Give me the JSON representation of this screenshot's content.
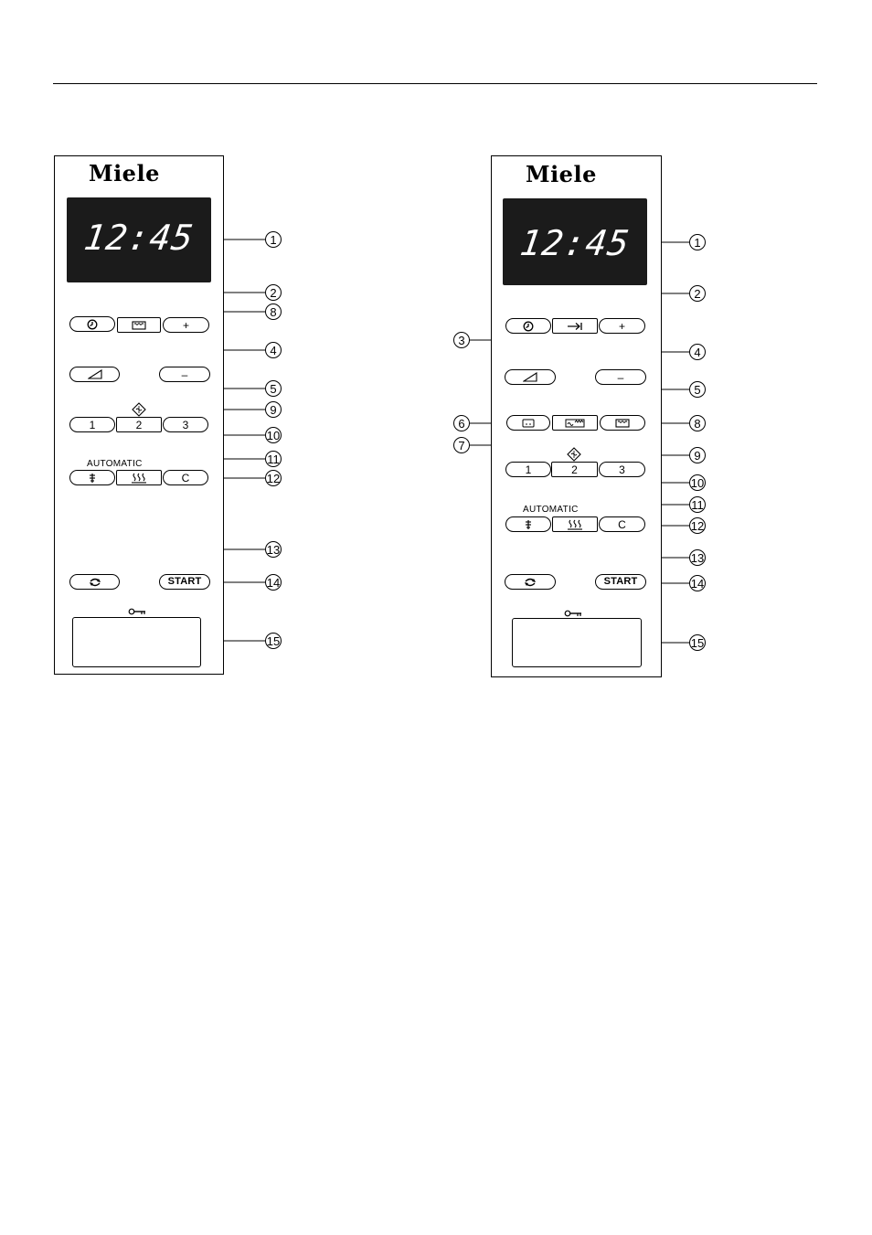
{
  "brand": "Miele",
  "display_time": "12:45",
  "buttons": {
    "plus": "+",
    "minus": "–",
    "level1": "1",
    "level2": "2",
    "level3": "3",
    "clear": "C",
    "start": "START"
  },
  "automatic_label": "AUTOMATIC",
  "callouts": {
    "c1": "1",
    "c2": "2",
    "c3": "3",
    "c4": "4",
    "c5": "5",
    "c6": "6",
    "c7": "7",
    "c8": "8",
    "c9": "9",
    "c10": "10",
    "c11": "11",
    "c12": "12",
    "c13": "13",
    "c14": "14",
    "c15": "15"
  },
  "icons": {
    "timer": "clock-icon",
    "delay": "arrow-to-bar-icon",
    "oven": "oven-icon",
    "power": "power-ramp-icon",
    "microwave": "microwave-diamond-icon",
    "defrost": "defrost-icon",
    "reheat": "reheat-icon",
    "memory": "memory-rotate-icon",
    "lock": "key-icon",
    "grill": "grill-icon",
    "combi": "combi-grill-icon"
  }
}
